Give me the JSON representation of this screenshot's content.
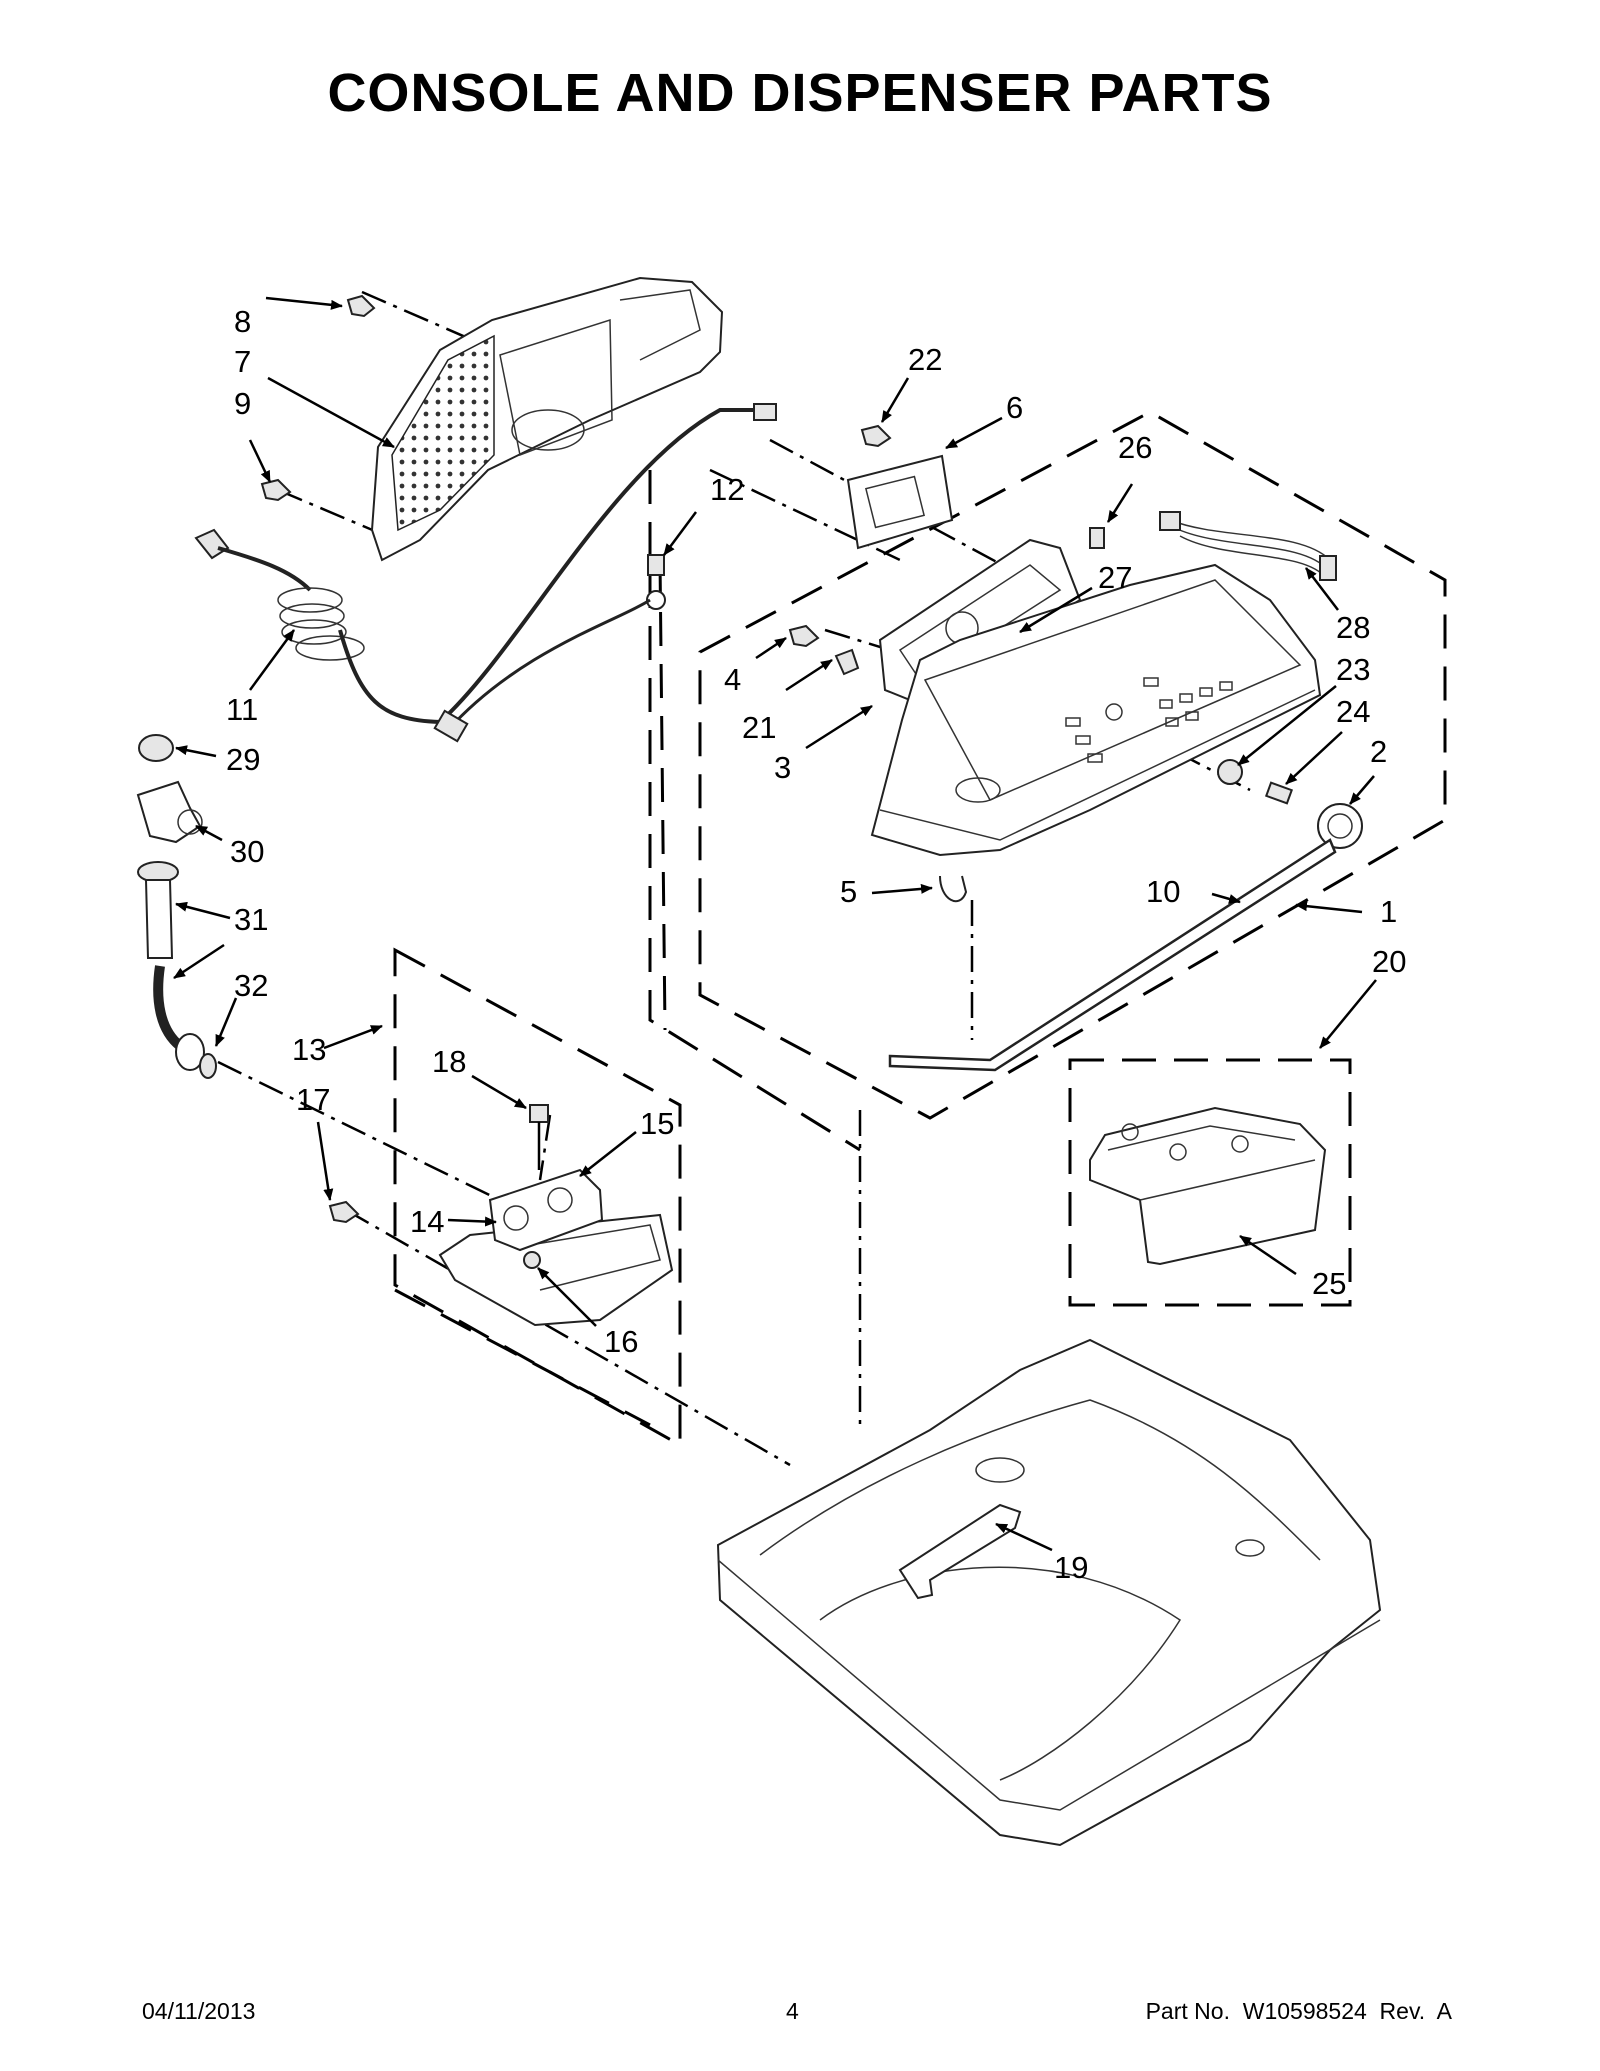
{
  "title": "CONSOLE AND DISPENSER PARTS",
  "callouts": {
    "c1": "1",
    "c2": "2",
    "c3": "3",
    "c4": "4",
    "c5": "5",
    "c6": "6",
    "c7": "7",
    "c8": "8",
    "c9": "9",
    "c10": "10",
    "c11": "11",
    "c12": "12",
    "c13": "13",
    "c14": "14",
    "c15": "15",
    "c16": "16",
    "c17": "17",
    "c18": "18",
    "c19": "19",
    "c20": "20",
    "c21": "21",
    "c22": "22",
    "c23": "23",
    "c24": "24",
    "c25": "25",
    "c26": "26",
    "c27": "27",
    "c28": "28",
    "c29": "29",
    "c30": "30",
    "c31": "31",
    "c32": "32"
  },
  "footer": {
    "date": "04/11/2013",
    "page": "4",
    "part_no": "Part No.  W10598524  Rev.  A"
  }
}
